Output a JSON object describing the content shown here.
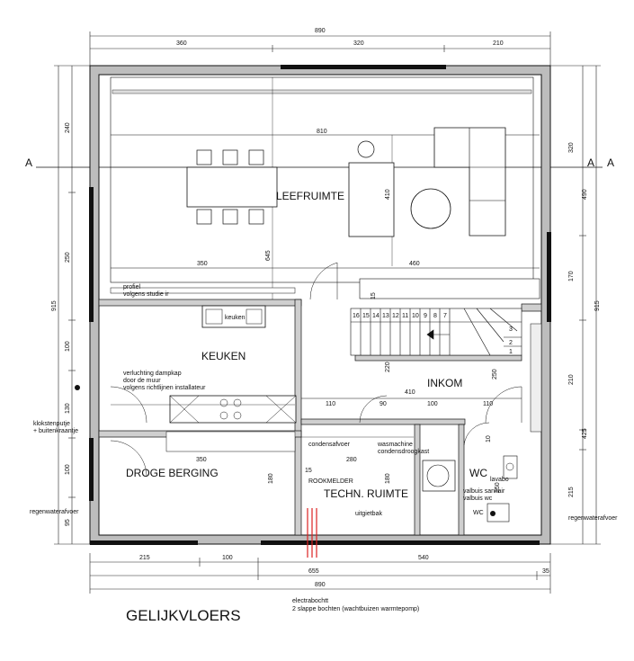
{
  "title": "GELIJKVLOERS",
  "footnote": {
    "line1": "electrabochtt",
    "line2": "2 slappe bochten (wachtbuizen warmtepomp)"
  },
  "section_marker": "A",
  "rooms": {
    "living": "LEEFRUIMTE",
    "kitchen": "KEUKEN",
    "entrance": "INKOM",
    "storage": "DROGE BERGING",
    "technical": "TECHN. RUIMTE",
    "wc": "WC",
    "sink": "keuken"
  },
  "annotations": {
    "profile_1": "profiel",
    "profile_2": "volgens studie ir",
    "hood_1": "verluchting dampkap",
    "hood_2": "door de muur",
    "hood_3": "volgens richtlijnen installateur",
    "bell_1": "klokstenputje",
    "bell_2": "+ buitenkraantje",
    "rain_left": "regenwaterafvoer",
    "rain_right": "regenwaterafvoer",
    "condensate": "condensafvoer",
    "washer_1": "wasmachine",
    "washer_2": "condensdroogkast",
    "smoke": "ROOKMELDER",
    "spout": "uitgietbak",
    "basin": "lavabo",
    "drain_1": "valbuis sanitair",
    "drain_2": "valbuis wc",
    "wc_small": "WC"
  },
  "dimensions": {
    "top_total": "890",
    "top_1": "360",
    "top_2": "320",
    "top_3": "210",
    "bottom_total": "890",
    "bottom_1": "215",
    "bottom_2": "100",
    "bottom_3": "655",
    "bottom_4": "540",
    "bottom_5": "35",
    "left_total": "915",
    "left_1": "240",
    "left_2": "250",
    "left_3": "100",
    "left_4": "130",
    "left_5": "100",
    "left_6": "95",
    "right_total": "915",
    "right_1": "320",
    "right_2": "490",
    "right_3": "170",
    "right_4": "210",
    "right_5": "425",
    "right_6": "215",
    "living_width": "810",
    "living_depth": "410",
    "living_645": "645",
    "kitchen_width": "350",
    "hall_width": "460",
    "stair_15": "15",
    "stair_220": "220",
    "stair_250": "250",
    "hall_410": "410",
    "hall_110a": "110",
    "hall_90": "90",
    "hall_100": "100",
    "hall_110b": "110",
    "storage_350": "350",
    "storage_180": "180",
    "tech_280": "280",
    "tech_180": "180",
    "tech_15": "15",
    "wc_150": "150",
    "entrance_10": "10"
  },
  "stairs": {
    "upper_steps": [
      "16",
      "15",
      "14",
      "13",
      "12",
      "11",
      "10",
      "9",
      "8",
      "7"
    ],
    "lower_steps": [
      "3",
      "2",
      "1"
    ]
  }
}
